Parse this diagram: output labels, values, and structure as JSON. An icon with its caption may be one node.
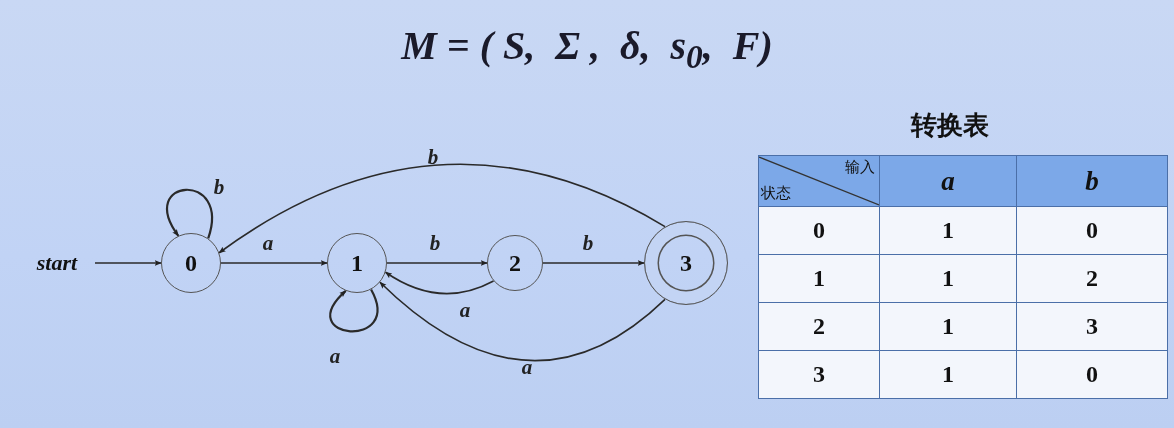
{
  "diagram": {
    "title": "M = ( S,  Σ ,  δ,  s$_{0}$,  F)",
    "nodes": [
      {
        "text": [
          "start"
        ]
      },
      {
        "text": [
          "0"
        ]
      },
      {
        "text": [
          "1"
        ]
      },
      {
        "text": [
          "2"
        ]
      },
      {
        "text": [
          "3"
        ]
      }
    ],
    "edges": [
      {
        "from": 0,
        "to": 1,
        "arrow": "to"
      },
      {
        "from": 1,
        "to": 1,
        "arrow": "to",
        "label": "b"
      },
      {
        "from": 1,
        "to": 2,
        "arrow": "to",
        "label": "a"
      },
      {
        "from": 2,
        "to": 2,
        "arrow": "to",
        "label": "a"
      },
      {
        "from": 2,
        "to": 3,
        "arrow": "to",
        "label": "b"
      },
      {
        "from": 3,
        "to": 2,
        "arrow": "to",
        "label": "a"
      },
      {
        "from": 3,
        "to": 4,
        "arrow": "to",
        "label": "b"
      },
      {
        "from": 4,
        "to": 1,
        "arrow": "to",
        "label": "b"
      },
      {
        "from": 4,
        "to": 2,
        "arrow": "to",
        "label": "a"
      }
    ],
    "labels": [
      "转换表",
      "输入",
      "状态",
      "a",
      "b",
      "0",
      "1",
      "0",
      "1",
      "1",
      "2",
      "2",
      "1",
      "3",
      "3",
      "1",
      "0"
    ]
  }
}
